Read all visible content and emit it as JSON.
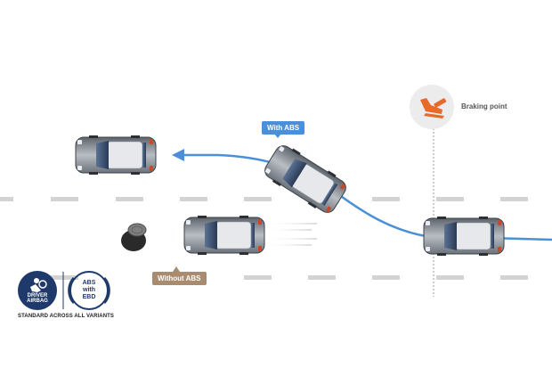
{
  "labels": {
    "with_abs": "With ABS",
    "without_abs": "Without ABS",
    "braking_point": "Braking point"
  },
  "badges": {
    "driver_airbag_line1": "DRIVER",
    "driver_airbag_line2": "AIRBAG",
    "abs_line1": "ABS",
    "abs_line2": "with",
    "abs_line3": "EBD",
    "footer": "STANDARD ACROSS ALL VARIANTS"
  },
  "colors": {
    "abs_path": "#4a90d9",
    "without_abs_tag": "#a98b6f",
    "brake_icon": "#e8692a",
    "badge_navy": "#1f3a6a",
    "dash": "#cfcfcf"
  },
  "icons": {
    "brake_pedal": "foot-brake-icon",
    "airbag": "airbag-person-icon",
    "obstacle": "manhole-obstacle-icon"
  }
}
